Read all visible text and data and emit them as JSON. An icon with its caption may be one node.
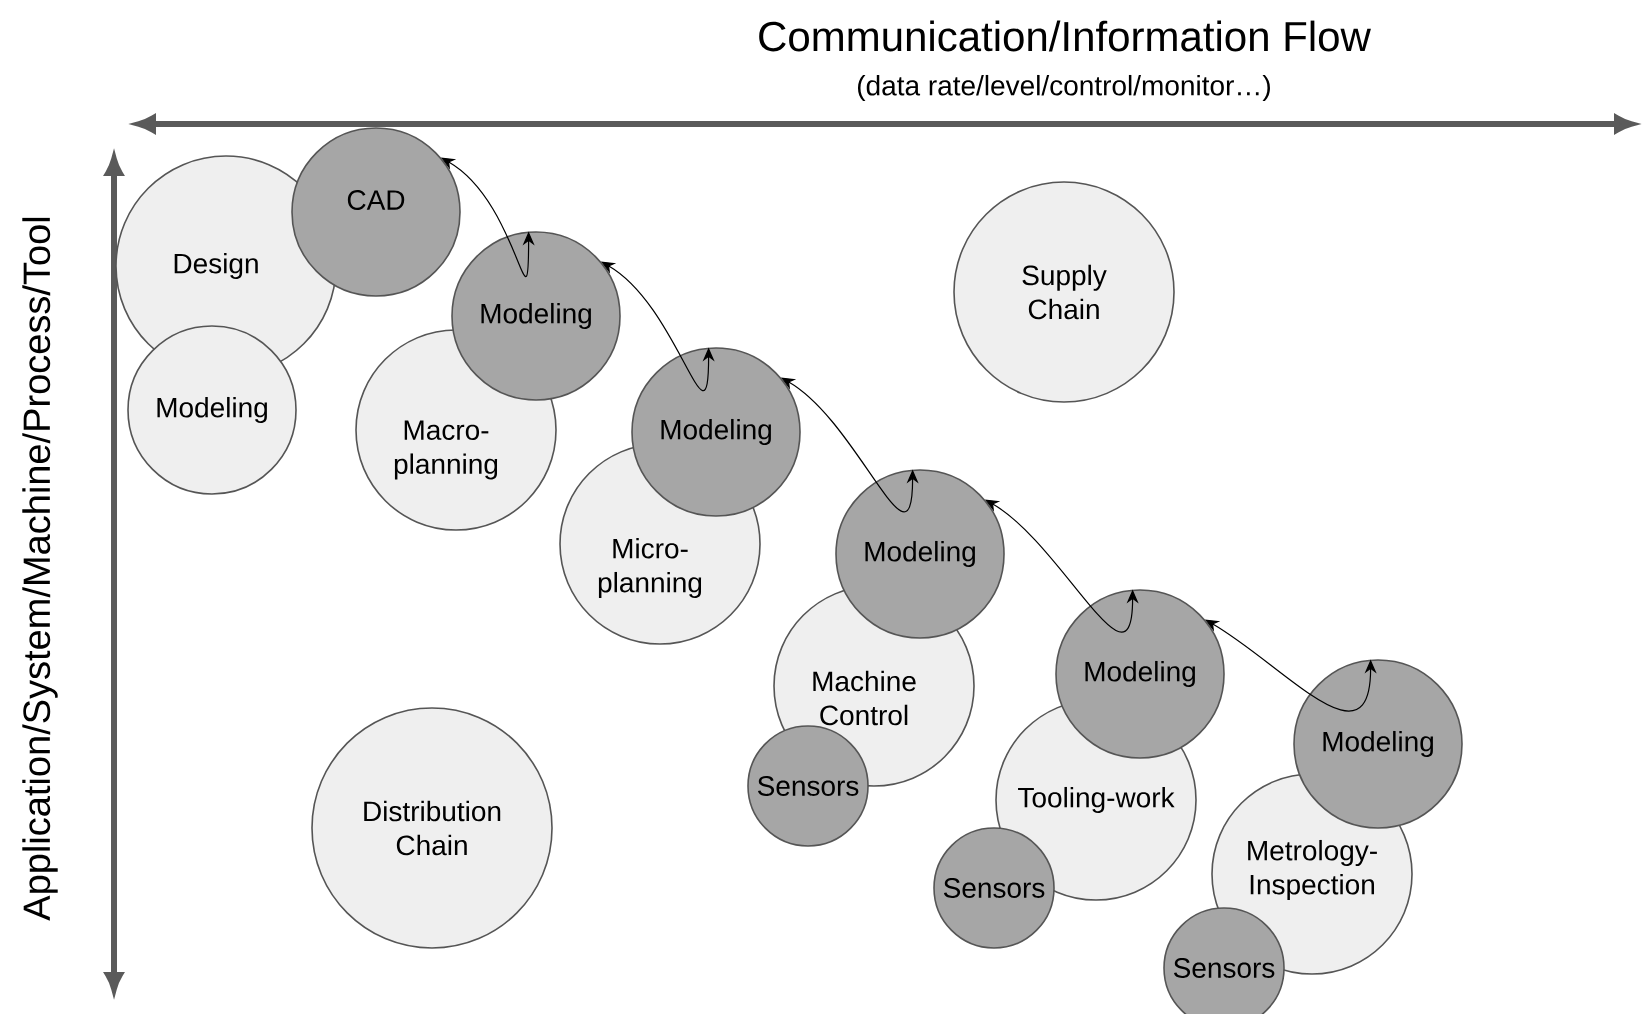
{
  "diagram": {
    "nodes": [
      {
        "text": [
          "Design"
        ]
      },
      {
        "text": [
          "CAD"
        ]
      },
      {
        "text": [
          "Modeling"
        ]
      },
      {
        "text": [
          "Macro-planning"
        ]
      },
      {
        "text": [
          "Modeling"
        ]
      },
      {
        "text": [
          "Micro-planning"
        ]
      },
      {
        "text": [
          "Modeling"
        ]
      },
      {
        "text": [
          "Supply Chain"
        ]
      },
      {
        "text": [
          "Machine Control"
        ]
      },
      {
        "text": [
          "Modeling"
        ]
      },
      {
        "text": [
          "Sensors"
        ]
      },
      {
        "text": [
          "Distribution Chain"
        ]
      },
      {
        "text": [
          "Tooling-work"
        ]
      },
      {
        "text": [
          "Modeling"
        ]
      },
      {
        "text": [
          "Sensors"
        ]
      },
      {
        "text": [
          "Metrology-Inspection"
        ]
      },
      {
        "text": [
          "Modeling"
        ]
      },
      {
        "text": [
          "Sensors"
        ]
      }
    ],
    "edges": [
      {
        "from": 1,
        "to": 4,
        "arrow": "both"
      },
      {
        "from": 4,
        "to": 6,
        "arrow": "both"
      },
      {
        "from": 6,
        "to": 9,
        "arrow": "both"
      },
      {
        "from": 9,
        "to": 13,
        "arrow": "both"
      },
      {
        "from": 13,
        "to": 16,
        "arrow": "both"
      }
    ],
    "labels": [
      "Communication/Information Flow",
      "(data rate/level/control/monitor…)",
      "Application/System/Machine/Process/Tool"
    ]
  }
}
